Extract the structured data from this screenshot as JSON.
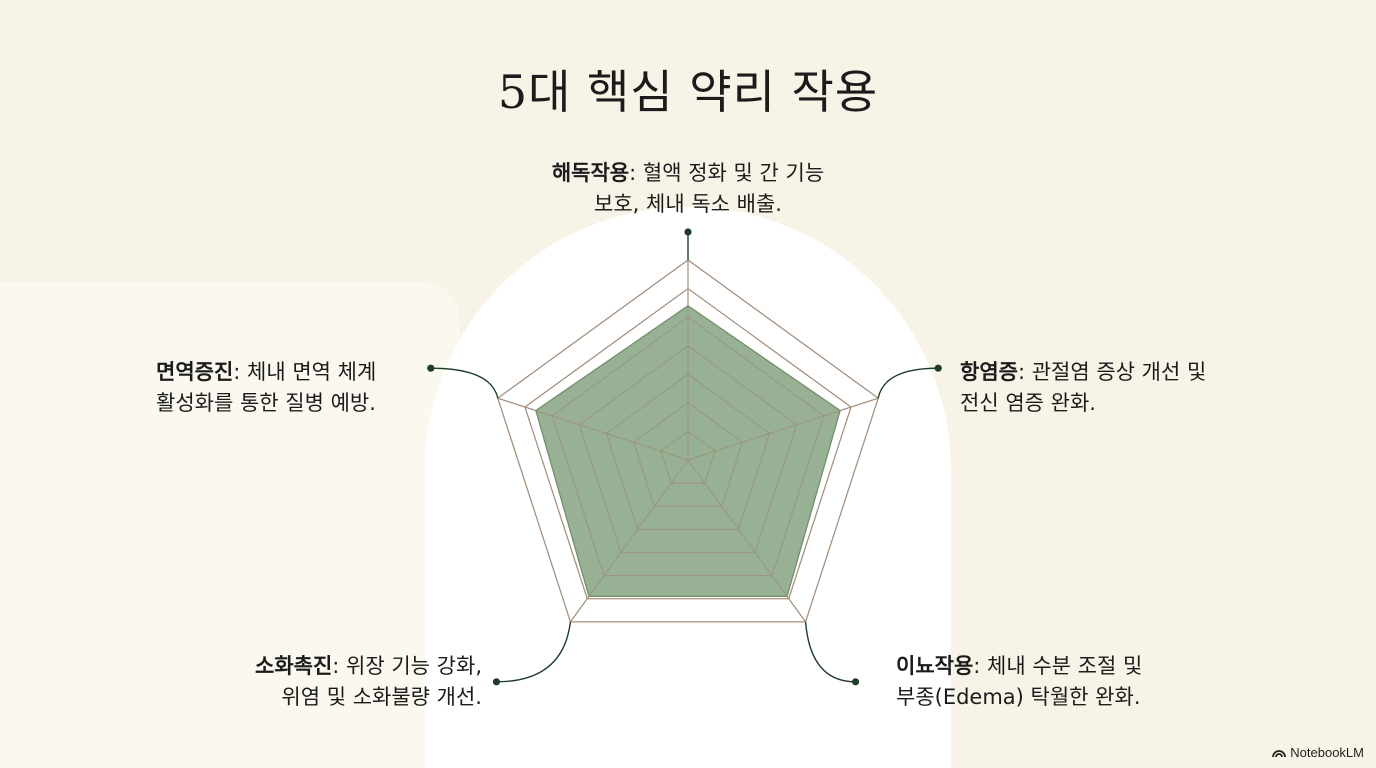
{
  "chart_data": {
    "type": "radar",
    "title": "5대 핵심 약리 작용",
    "levels": 7,
    "max": 7,
    "categories": [
      {
        "name": "해독작용",
        "desc_line1": ": 혈액 정화 및 간 기능",
        "desc_line2": "보호, 체내 독소 배출."
      },
      {
        "name": "항염증",
        "desc_line1": ": 관절염 증상 개선 및",
        "desc_line2": "전신 염증 완화."
      },
      {
        "name": "이뇨작용",
        "desc_line1": ": 체내 수분 조절 및",
        "desc_line2": "부종(Edema) 탁월한 완화."
      },
      {
        "name": "소화촉진",
        "desc_line1": ": 위장 기능 강화,",
        "desc_line2": "위염 및 소화불량 개선."
      },
      {
        "name": "면역증진",
        "desc_line1": ": 체내 면역 체계",
        "desc_line2": "활성화를 통한 질병 예방."
      }
    ],
    "series": [
      {
        "values": [
          5.4,
          5.6,
          5.9,
          5.9,
          5.6
        ]
      }
    ],
    "colors": {
      "fill": "#8fa98a",
      "stroke": "#6f8c68",
      "grid": "#a38e7b",
      "connector": "#1f3d2b"
    }
  },
  "brand": {
    "label": "NotebookLM"
  }
}
